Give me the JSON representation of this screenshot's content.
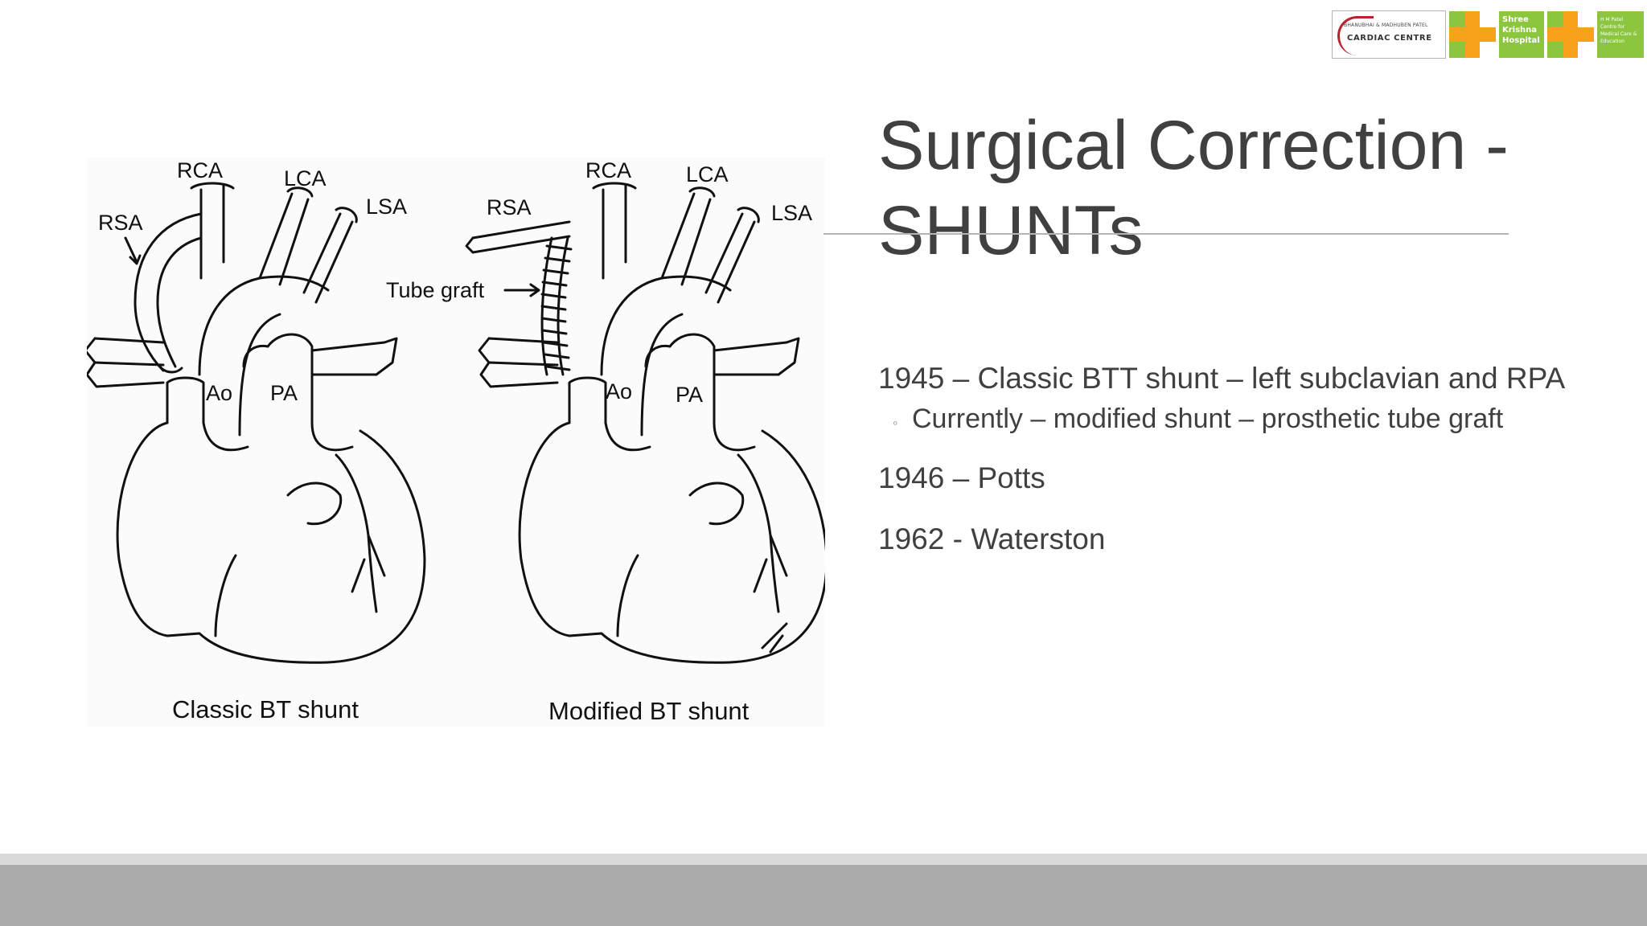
{
  "logos": {
    "cardiac_small": "BHANUBHAI & MADHUBEN PATEL",
    "cardiac_name": "CARDIAC CENTRE",
    "hospital_name": "Shree Krishna Hospital",
    "centre_name": "H M Patel Centre for Medical Care & Education"
  },
  "slide": {
    "title": "Surgical Correction - SHUNTs",
    "bullets": [
      {
        "text": "1945 – Classic BTT shunt – left subclavian and RPA"
      },
      {
        "text": "Currently – modified shunt – prosthetic tube graft"
      },
      {
        "text": "1946 – Potts"
      },
      {
        "text": "1962 - Waterston"
      }
    ]
  },
  "diagram": {
    "left": {
      "caption": "Classic BT shunt",
      "rca": "RCA",
      "lca": "LCA",
      "lsa": "LSA",
      "rsa": "RSA",
      "ao": "Ao",
      "pa": "PA"
    },
    "right": {
      "caption": "Modified BT shunt",
      "rca": "RCA",
      "lca": "LCA",
      "lsa": "LSA",
      "rsa": "RSA",
      "ao": "Ao",
      "pa": "PA",
      "tube_graft": "Tube graft"
    }
  }
}
